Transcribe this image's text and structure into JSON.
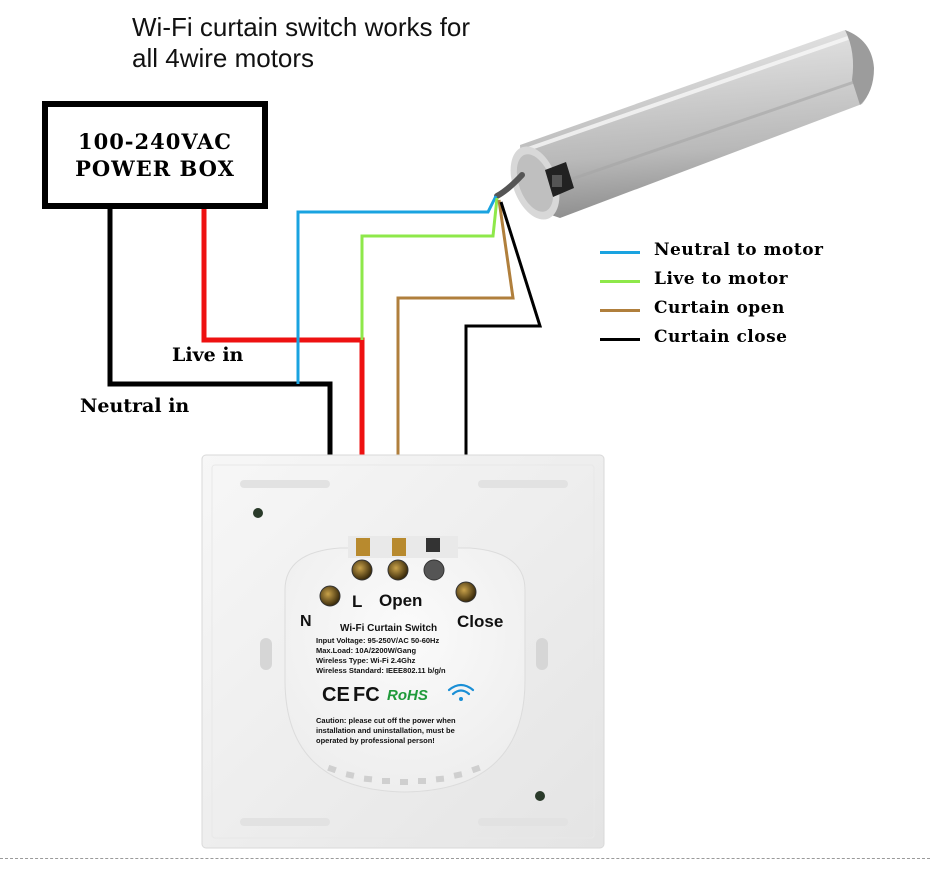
{
  "heading": {
    "line1": "Wi-Fi curtain switch works for",
    "line2": "all 4wire motors"
  },
  "power_box": {
    "line1": "100-240VAC",
    "line2": "POWER BOX"
  },
  "labels": {
    "live_in": "Live in",
    "neutral_in": "Neutral in"
  },
  "legend": [
    {
      "label": "Neutral to motor",
      "color": "#1aa3e0"
    },
    {
      "label": "Live to motor",
      "color": "#8ee84a"
    },
    {
      "label": "Curtain open",
      "color": "#b07f3c"
    },
    {
      "label": "Curtain close",
      "color": "#000000"
    }
  ],
  "switch": {
    "terminal_n": "N",
    "terminal_l": "L",
    "terminal_open": "Open",
    "terminal_close": "Close",
    "title": "Wi-Fi Curtain Switch",
    "specs": [
      "Input Voltage: 95-250V/AC 50-60Hz",
      "Max.Load: 10A/2200W/Gang",
      "Wireless Type: Wi-Fi 2.4Ghz",
      "Wireless Standard: IEEE802.11 b/g/n"
    ],
    "cert_ce": "CE",
    "cert_fc": "FC",
    "cert_rohs": "RoHS",
    "caution": [
      "Caution: please cut off the power when",
      "installation and uninstallation, must be",
      "operated by professional person!"
    ]
  },
  "wire_colors": {
    "live": "#ee1111",
    "neutral_in": "#000000",
    "neutral_motor": "#1aa3e0",
    "live_motor": "#8ee84a",
    "open": "#b07f3c",
    "close": "#000000"
  }
}
